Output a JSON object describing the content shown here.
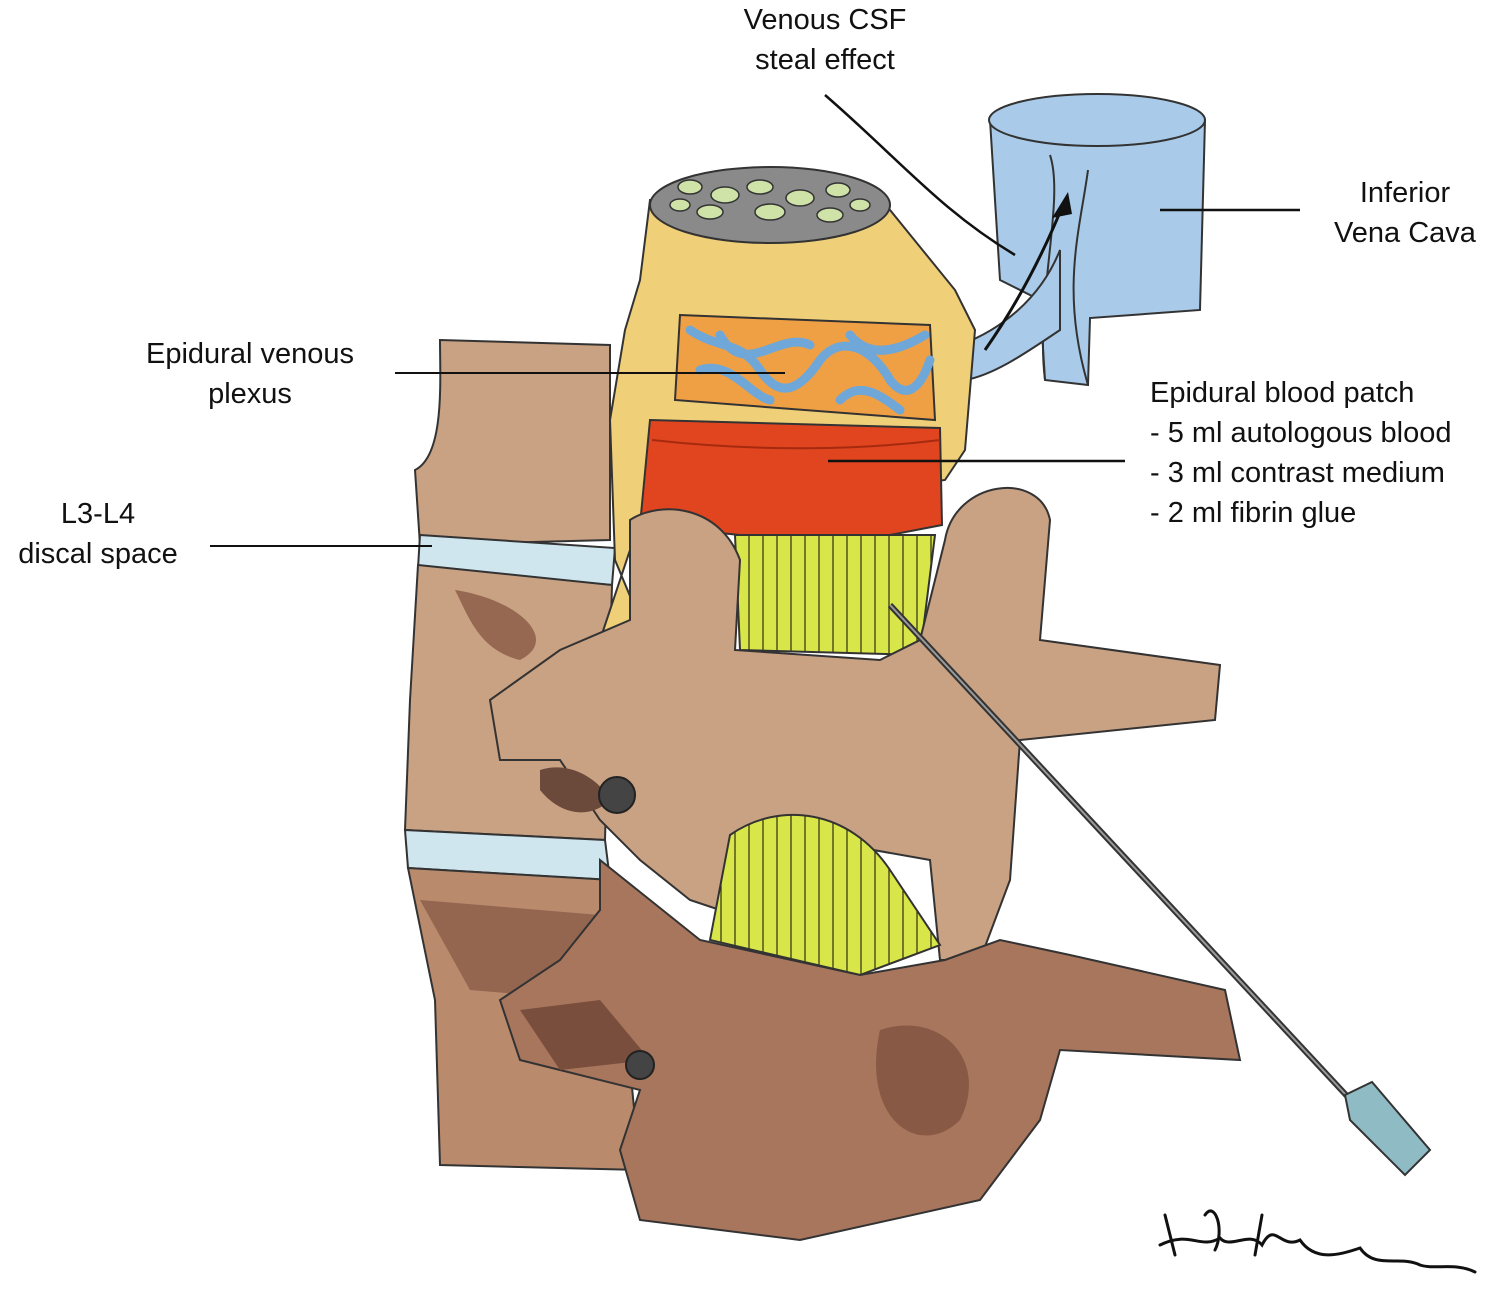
{
  "labels": {
    "venous_csf": [
      "Venous CSF",
      "steal effect"
    ],
    "inferior_vena_cava": [
      "Inferior",
      "Vena Cava"
    ],
    "epidural_venous_plexus": [
      "Epidural venous",
      "plexus"
    ],
    "epidural_blood_patch": [
      "Epidural blood patch",
      "- 5 ml autologous blood",
      "- 3 ml contrast medium",
      "- 2 ml fibrin glue"
    ],
    "discal_space": [
      "L3-L4",
      "discal space"
    ]
  },
  "signature": "Nicolò Quarzio",
  "colors": {
    "bone": "#c9a183",
    "bone_dark": "#8a5a45",
    "cord_sheath": "#f0d27a",
    "venous_plexus": "#6fa7d8",
    "blood_patch": "#e0451f",
    "ligament": "#d9e84a",
    "disc": "#cfe6ee",
    "vena_cava": "#a9cbe9",
    "needle": "#555555",
    "needle_hub": "#8fbcc4"
  }
}
